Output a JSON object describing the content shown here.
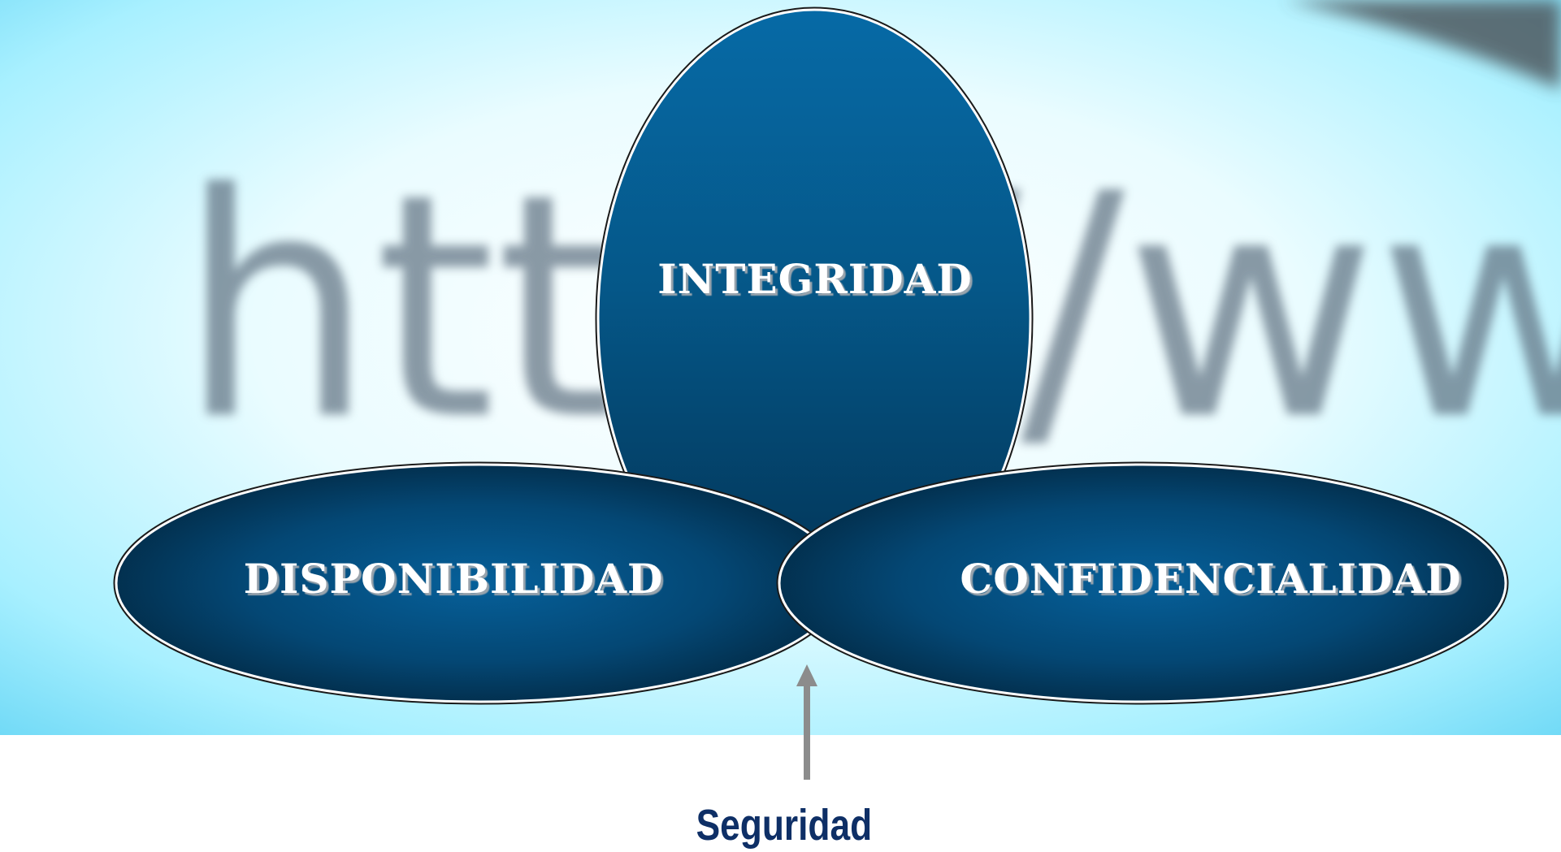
{
  "background": {
    "blurred_text": "http://www",
    "glow_color": "#7fe6ff",
    "center_color": "#ffffff"
  },
  "diagram": {
    "top_ellipse": {
      "label": "INTEGRIDAD"
    },
    "left_ellipse": {
      "label": "DISPONIBILIDAD"
    },
    "right_ellipse": {
      "label": "CONFIDENCIALIDAD"
    },
    "ellipse_color_light": "#06609a",
    "ellipse_color_dark": "#022a45",
    "arrow_color": "#8c8c8c",
    "arrow_direction": "up"
  },
  "caption": {
    "text": "Seguridad",
    "color": "#0e2f66"
  }
}
